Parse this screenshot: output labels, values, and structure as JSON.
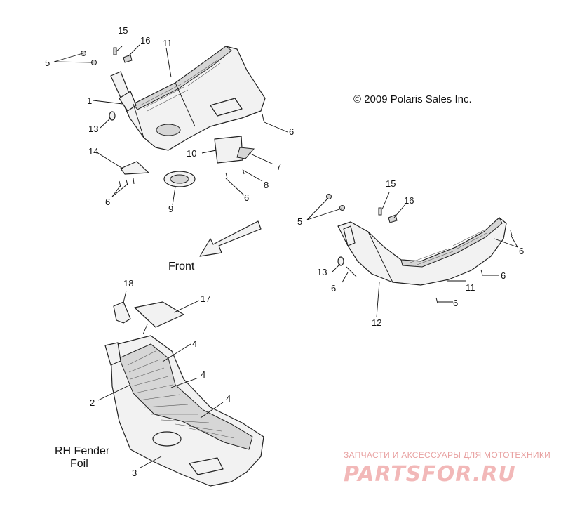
{
  "copyright": "© 2009 Polaris Sales Inc.",
  "direction_label": "Front",
  "caption": {
    "line1": "RH Fender",
    "line2": "Foil"
  },
  "watermark": {
    "tagline": "ЗАПЧАСТИ И АКСЕССУАРЫ ДЛЯ МОТОТЕХНИКИ",
    "brand": "PARTSFOR.RU"
  },
  "callouts": {
    "c1": "1",
    "c2": "2",
    "c3": "3",
    "c4a": "4",
    "c4b": "4",
    "c4c": "4",
    "c5a": "5",
    "c5b": "5",
    "c6a": "6",
    "c6b": "6",
    "c6c": "6",
    "c6d": "6",
    "c6e": "6",
    "c6f": "6",
    "c6g": "6",
    "c7": "7",
    "c8": "8",
    "c9": "9",
    "c10": "10",
    "c11a": "11",
    "c11b": "11",
    "c12": "12",
    "c13a": "13",
    "c13b": "13",
    "c14": "14",
    "c15a": "15",
    "c15b": "15",
    "c16a": "16",
    "c16b": "16",
    "c17": "17",
    "c18": "18"
  }
}
